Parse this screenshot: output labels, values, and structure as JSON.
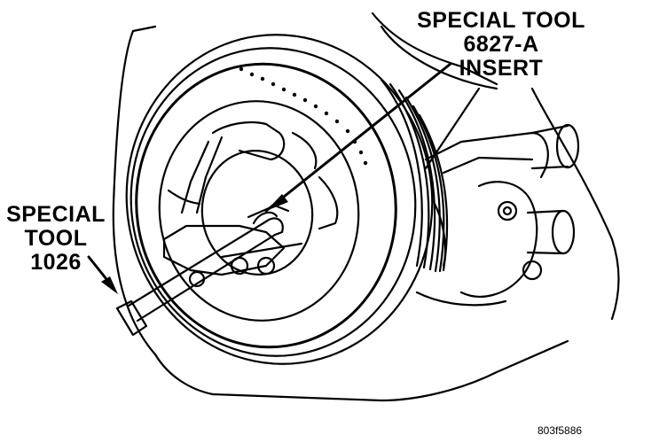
{
  "callouts": {
    "insert_tool": {
      "line1": "SPECIAL TOOL",
      "line2": "6827-A",
      "line3": "INSERT"
    },
    "puller_tool": {
      "line1": "SPECIAL",
      "line2": "TOOL",
      "line3": "1026"
    }
  },
  "figure_id": "803f5886",
  "colors": {
    "ink": "#000000",
    "paper": "#ffffff"
  }
}
